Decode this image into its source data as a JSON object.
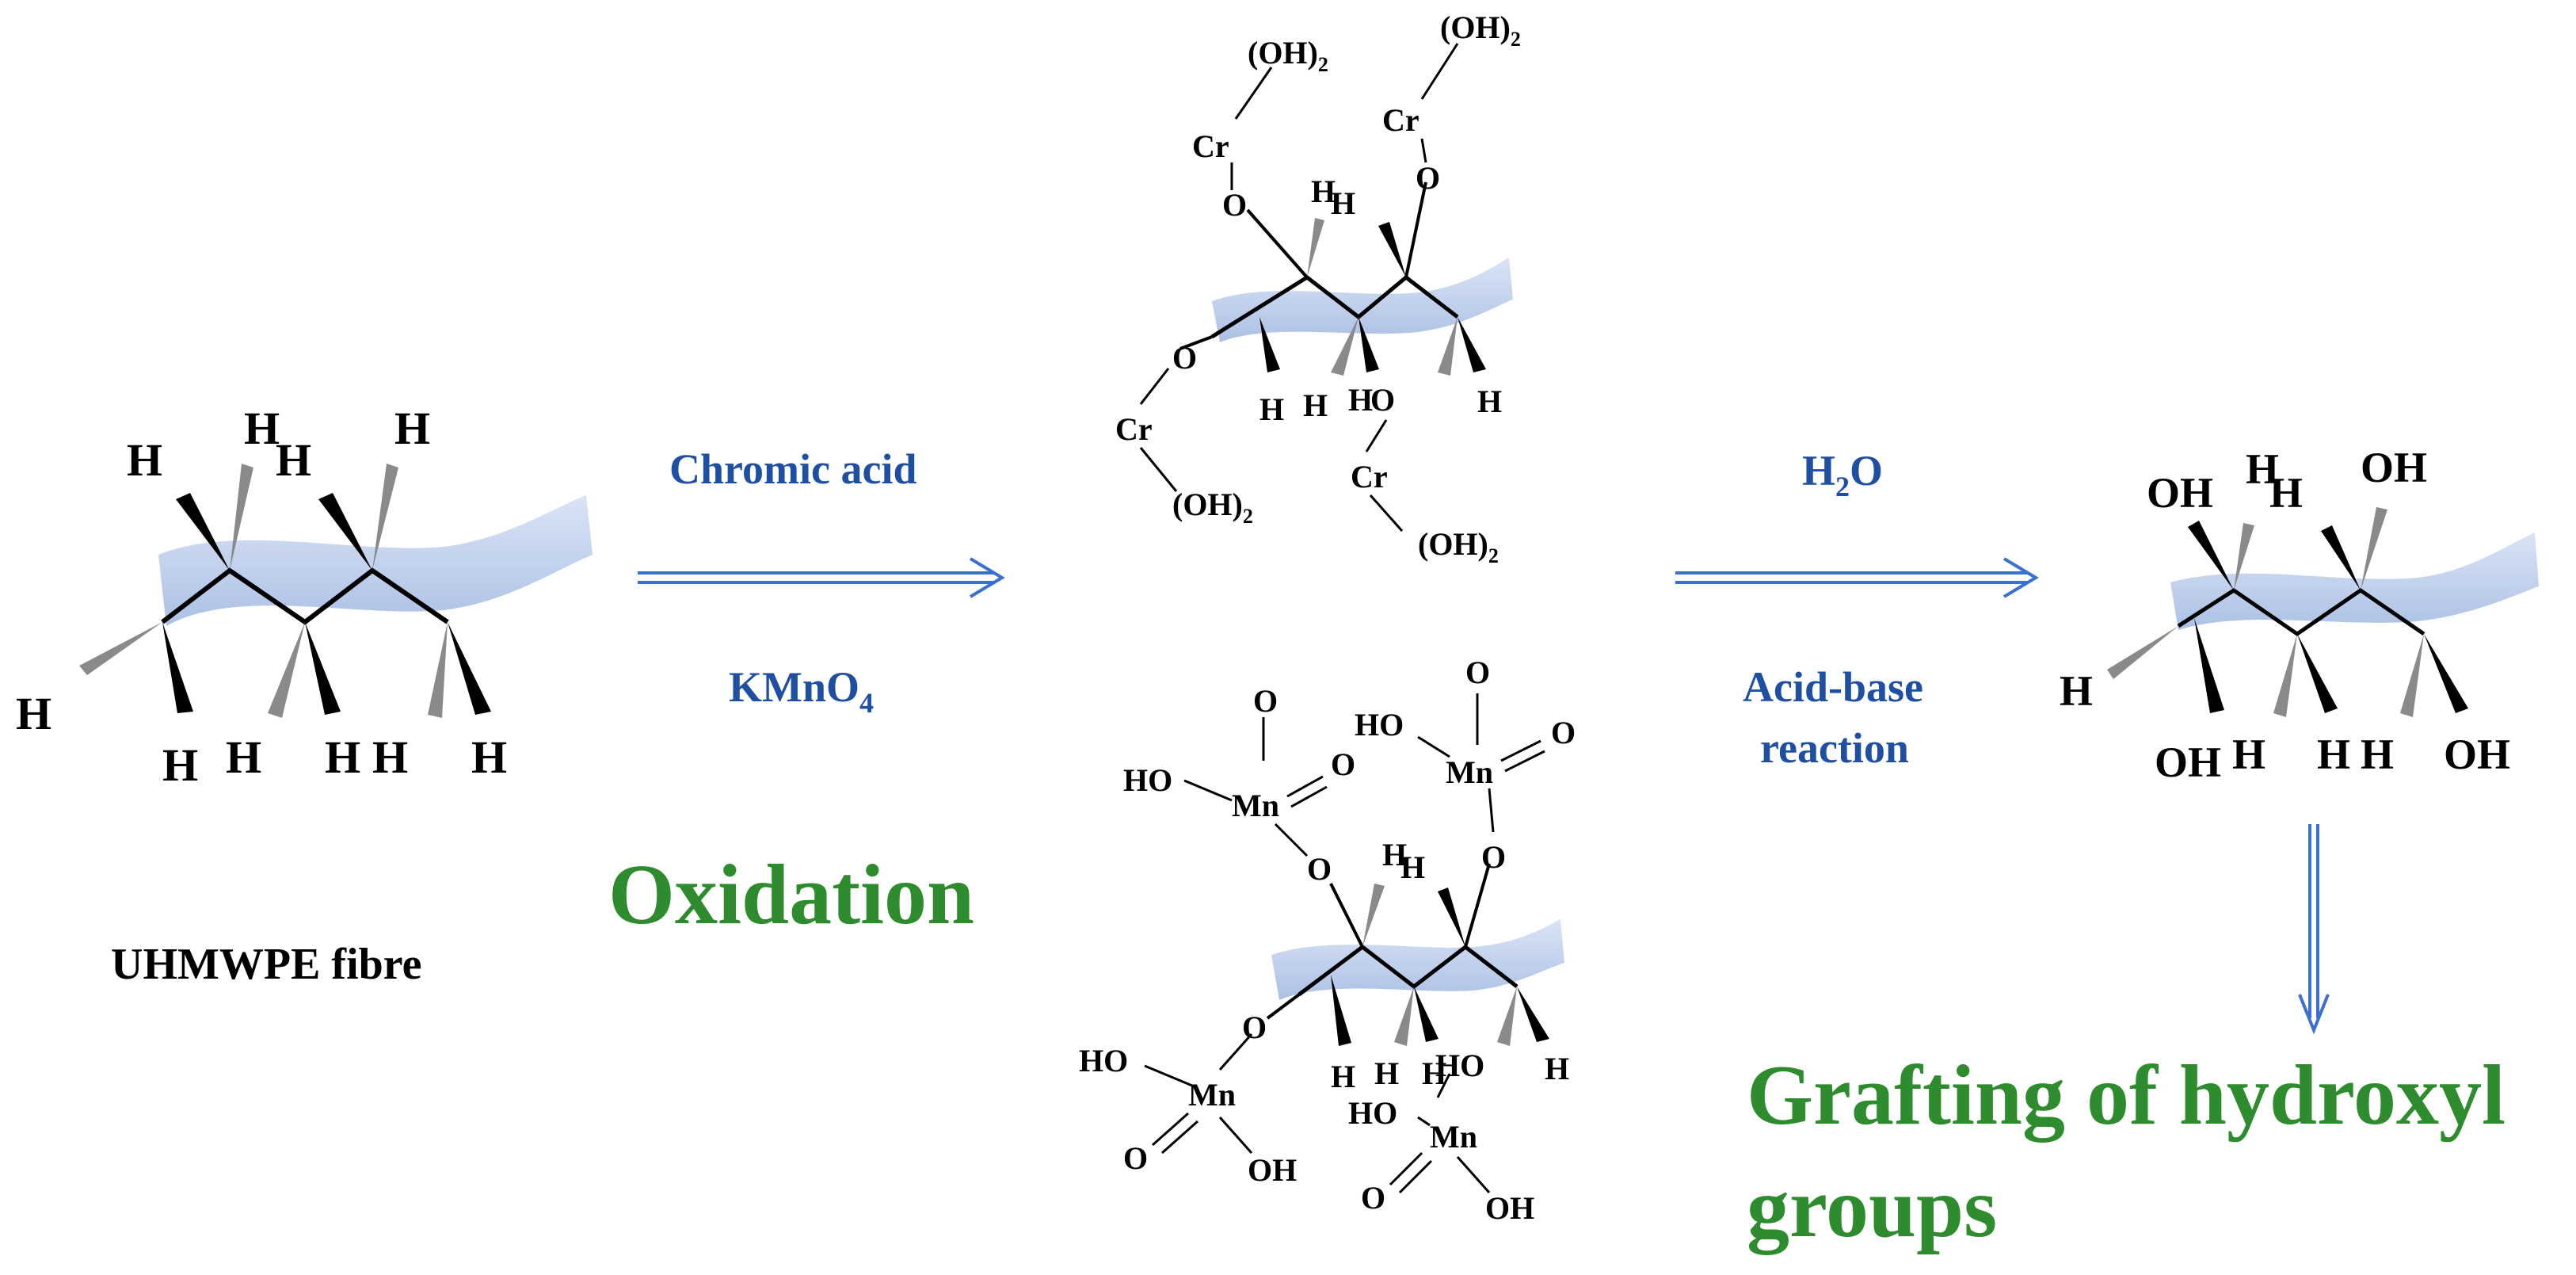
{
  "figure": {
    "arrow_color": "#3b6fd0",
    "accent_green": "#2e8b2e",
    "label_blue": "#1f4fa3",
    "fibre_band_color": "#b7c9ea"
  },
  "left_molecule": {
    "caption": "UHMWPE fibre",
    "substituents": [
      "H",
      "H",
      "H",
      "H",
      "H",
      "H",
      "H",
      "H",
      "H",
      "H"
    ]
  },
  "step1": {
    "reagent_top": "Chromic acid",
    "reagent_bottom": "KMnO",
    "reagent_bottom_sub": "4",
    "process_label": "Oxidation"
  },
  "chromium_intermediate": {
    "metal": "Cr",
    "ligand": "(OH)",
    "ligand_sub": "2",
    "oxygen": "O",
    "hydrogens": [
      "H",
      "H",
      "H",
      "H",
      "H",
      "H"
    ]
  },
  "manganese_intermediate": {
    "metal": "Mn",
    "hydroxyl": "HO",
    "hydroxyl_alt": "OH",
    "oxygen": "O",
    "hydrogens": [
      "H",
      "H",
      "H",
      "H",
      "H",
      "H"
    ]
  },
  "step2": {
    "reagent_top": "H",
    "reagent_top_sub": "2",
    "reagent_top_tail": "O",
    "reagent_bottom_line1": "Acid-base",
    "reagent_bottom_line2": "reaction"
  },
  "right_molecule": {
    "hydroxyl": "OH",
    "hydrogen": "H"
  },
  "result": {
    "line1": "Grafting of hydroxyl",
    "line2": "groups"
  }
}
